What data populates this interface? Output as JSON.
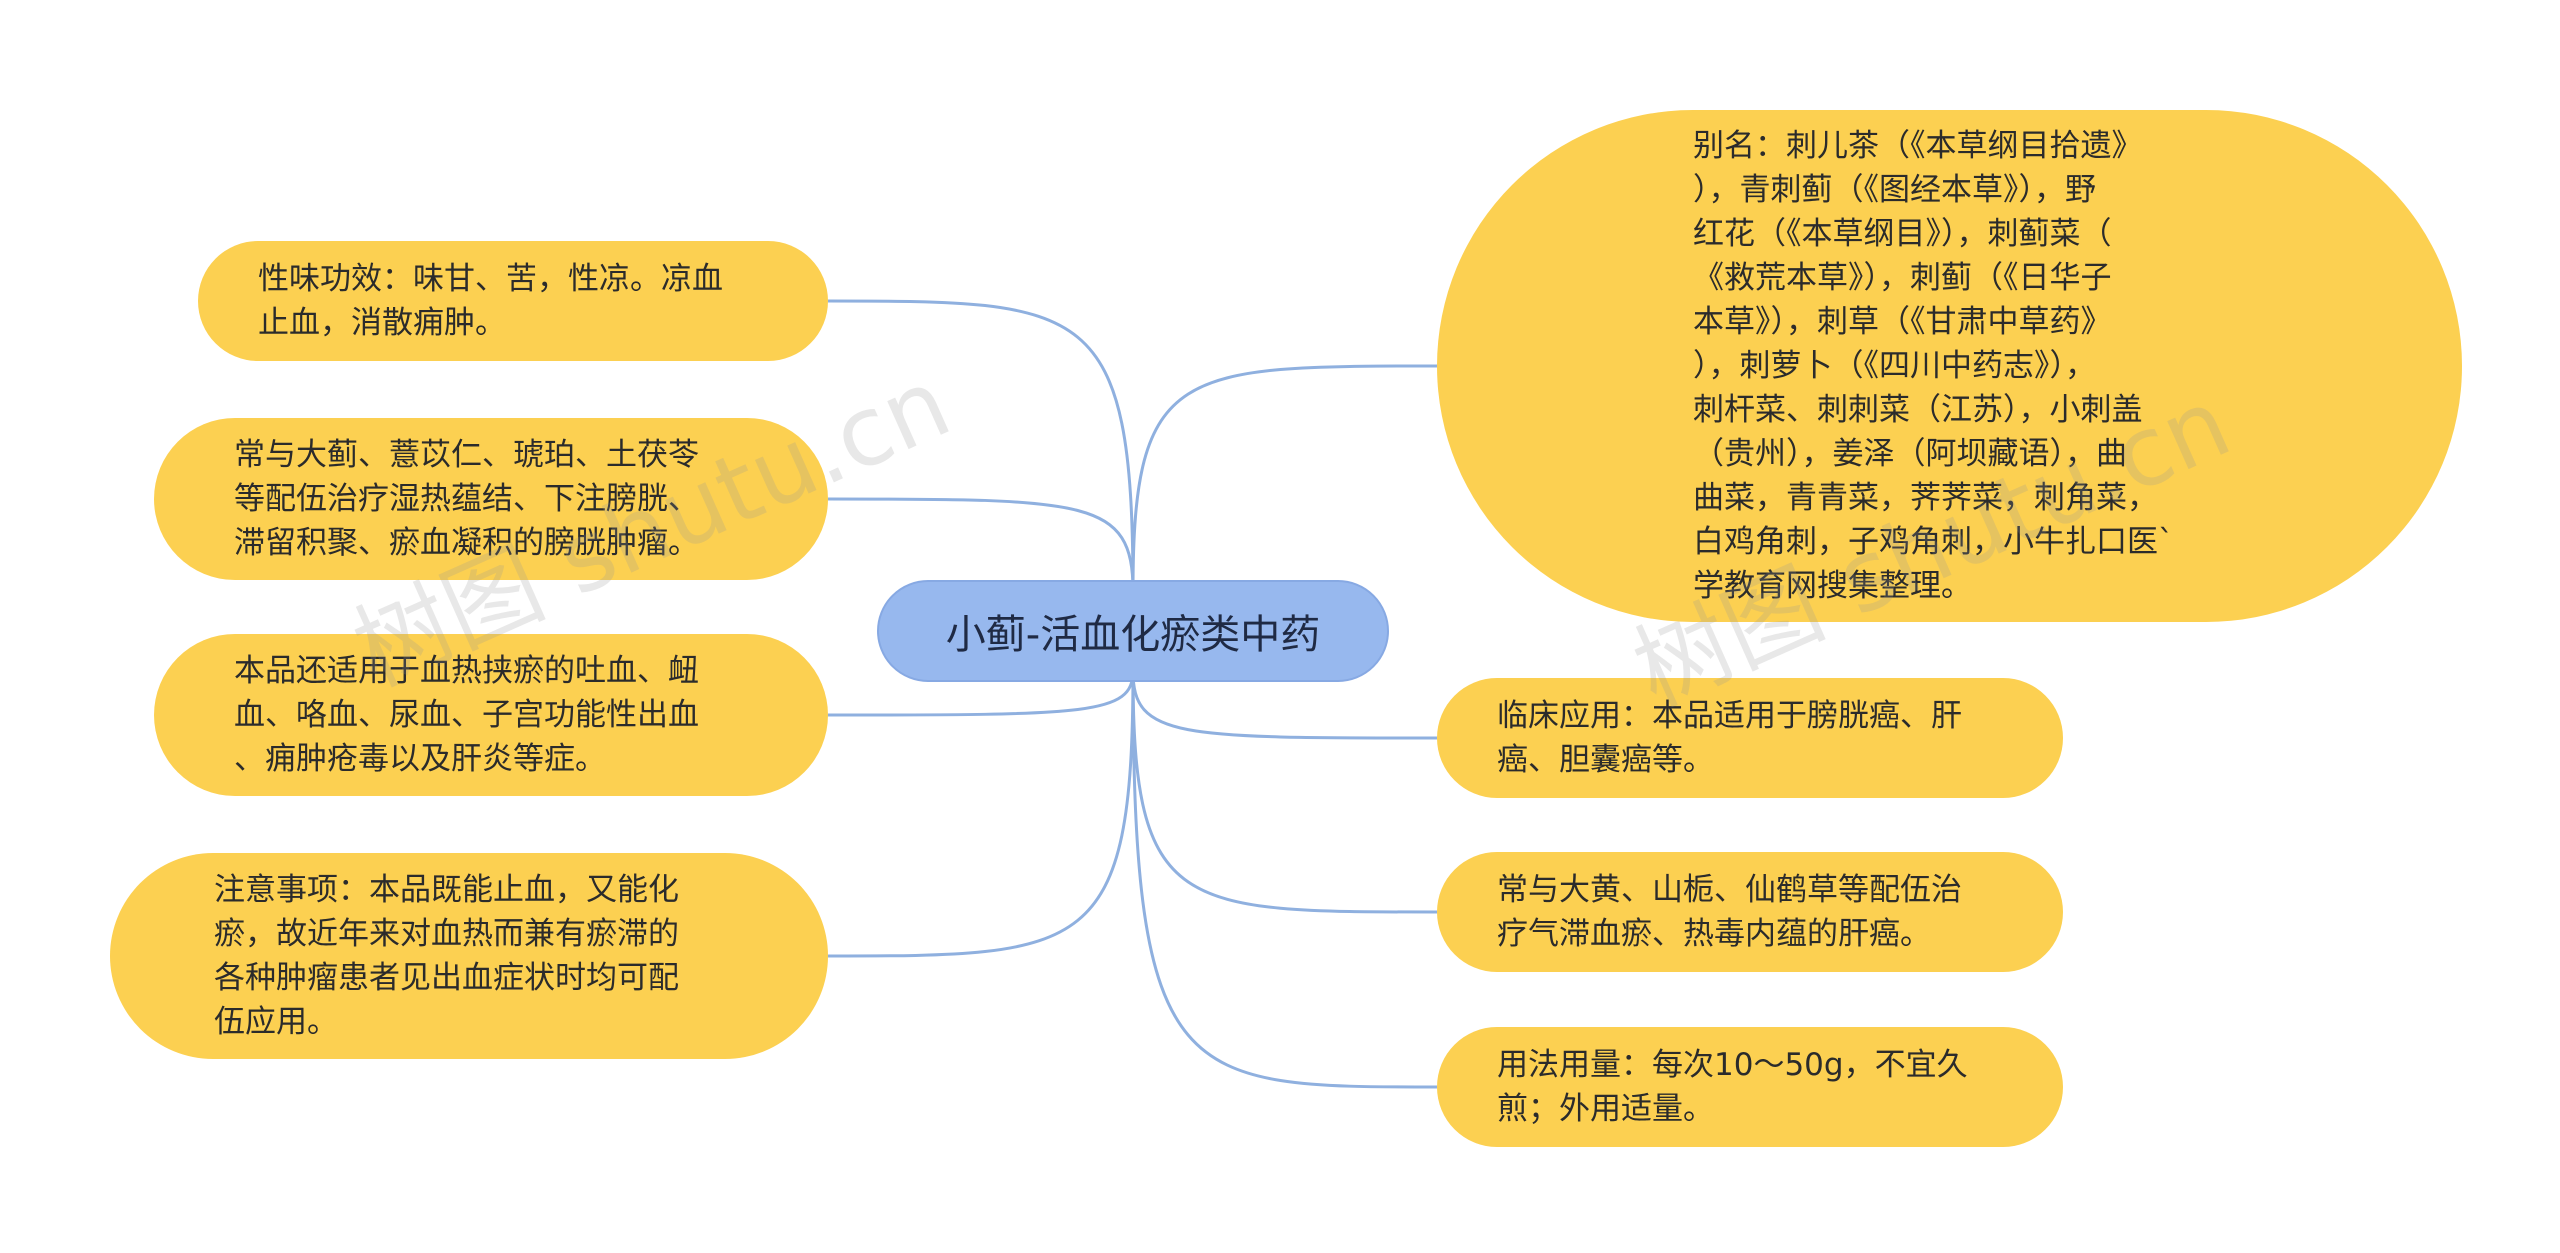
{
  "center": {
    "title": "小蓟-活血化瘀类中药"
  },
  "left_nodes": [
    {
      "id": "l1",
      "text": "性味功效：味甘、苦，性凉。凉血\n止血，消散痈肿。"
    },
    {
      "id": "l2",
      "text": "常与大蓟、薏苡仁、琥珀、土茯苓\n等配伍治疗湿热蕴结、下注膀胱、\n滞留积聚、瘀血凝积的膀胱肿瘤。"
    },
    {
      "id": "l3",
      "text": "本品还适用于血热挟瘀的吐血、衄\n血、咯血、尿血、子宫功能性出血\n、痈肿疮毒以及肝炎等症。"
    },
    {
      "id": "l4",
      "text": "注意事项：本品既能止血，又能化\n瘀，故近年来对血热而兼有瘀滞的\n各种肿瘤患者见出血症状时均可配\n伍应用。"
    }
  ],
  "right_nodes": [
    {
      "id": "r1",
      "text": "别名：刺儿茶（《本草纲目拾遗》\n），青刺蓟（《图经本草》），野\n红花（《本草纲目》），刺蓟菜（\n《救荒本草》），刺蓟（《日华子\n本草》），刺草（《甘肃中草药》\n），刺萝卜（《四川中药志》），\n刺杆菜、刺刺菜（江苏），小刺盖\n（贵州），姜泽（阿坝藏语），曲\n曲菜，青青菜，荠荠菜，刺角菜，\n白鸡角刺，子鸡角刺，小牛扎口医`\n学教育网搜集整理。"
    },
    {
      "id": "r2",
      "text": "临床应用：本品适用于膀胱癌、肝\n癌、胆囊癌等。"
    },
    {
      "id": "r3",
      "text": "常与大黄、山栀、仙鹤草等配伍治\n疗气滞血瘀、热毒内蕴的肝癌。"
    },
    {
      "id": "r4",
      "text": "用法用量：每次10～50g，不宜久\n煎；外用适量。"
    }
  ],
  "watermarks": [
    "树图 shutu.cn",
    "树图 shutu.cn"
  ],
  "colors": {
    "node_fill": "#fcd051",
    "center_fill": "#97b8ee",
    "link": "#8fb0df"
  }
}
